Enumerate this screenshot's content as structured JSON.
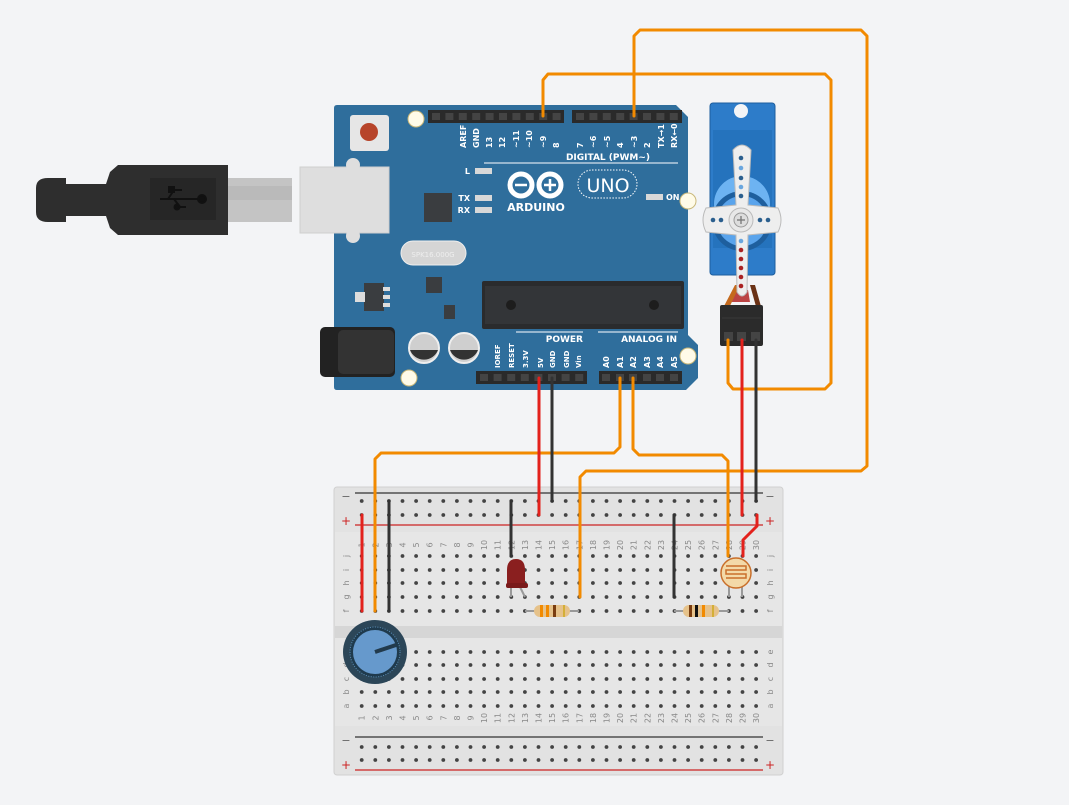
{
  "arduino": {
    "brand": "ARDUINO",
    "model": "UNO",
    "on_label": "ON",
    "led_labels": [
      "L",
      "TX",
      "RX"
    ],
    "crystal": "SPK16.000G",
    "digital_title": "DIGITAL (PWM~)",
    "digital_pins": [
      "AREF",
      "GND",
      "13",
      "12",
      "~11",
      "~10",
      "~9",
      "8",
      "7",
      "~6",
      "~5",
      "4",
      "~3",
      "2",
      "TX→1",
      "RX←0"
    ],
    "power_title": "POWER",
    "power_pins": [
      "IOREF",
      "RESET",
      "3.3V",
      "5V",
      "GND",
      "GND",
      "Vin"
    ],
    "analog_title": "ANALOG IN",
    "analog_pins": [
      "A0",
      "A1",
      "A2",
      "A3",
      "A4",
      "A5"
    ],
    "board_color": "#2f6e9c"
  },
  "breadboard": {
    "row_letters_top": [
      "j",
      "i",
      "h",
      "g",
      "f"
    ],
    "row_letters_bottom": [
      "e",
      "d",
      "c",
      "b",
      "a"
    ],
    "columns": [
      "1",
      "2",
      "3",
      "4",
      "5",
      "6",
      "7",
      "8",
      "9",
      "10",
      "11",
      "12",
      "13",
      "14",
      "15",
      "16",
      "17",
      "18",
      "19",
      "20",
      "21",
      "22",
      "23",
      "24",
      "25",
      "26",
      "27",
      "28",
      "29",
      "30"
    ],
    "rail_minus": "−",
    "rail_plus": "+"
  },
  "colors": {
    "wire_orange": "#f28a00",
    "wire_red": "#e3211c",
    "wire_black": "#333333",
    "background": "#f3f4f6"
  },
  "icons": [
    "usb-icon",
    "plus-icon",
    "minus-icon"
  ]
}
